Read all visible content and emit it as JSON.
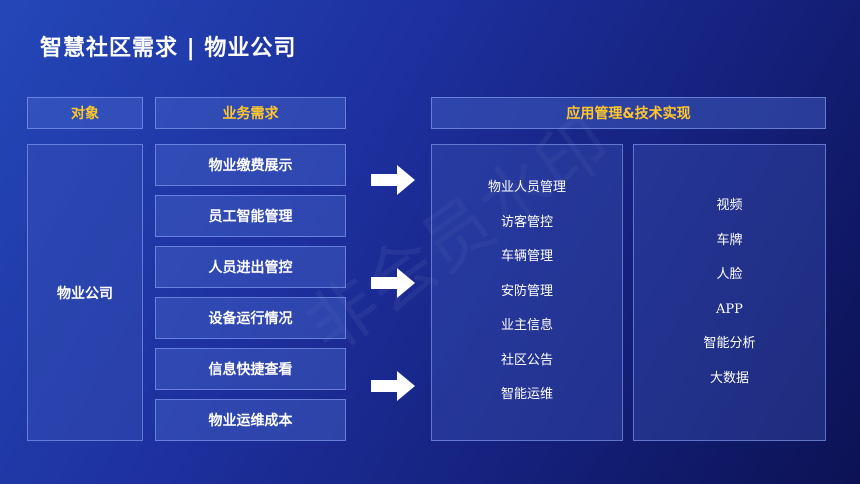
{
  "page": {
    "title": "智慧社区需求 | 物业公司",
    "watermark": "非会员水印"
  },
  "headers": {
    "object": "对象",
    "business": "业务需求",
    "application": "应用管理&技术实现"
  },
  "object_label": "物业公司",
  "requirements": [
    "物业缴费展示",
    "员工智能管理",
    "人员进出管控",
    "设备运行情况",
    "信息快捷查看",
    "物业运维成本"
  ],
  "applications": [
    "物业人员管理",
    "访客管控",
    "车辆管理",
    "安防管理",
    "业主信息",
    "社区公告",
    "智能运维"
  ],
  "technologies": [
    "视频",
    "车牌",
    "人脸",
    "APP",
    "智能分析",
    "大数据"
  ],
  "colors": {
    "header_text": "#ffc72c",
    "text": "#ffffff",
    "arrow": "#ffffff"
  },
  "icons": [
    "arrow-right-icon"
  ]
}
